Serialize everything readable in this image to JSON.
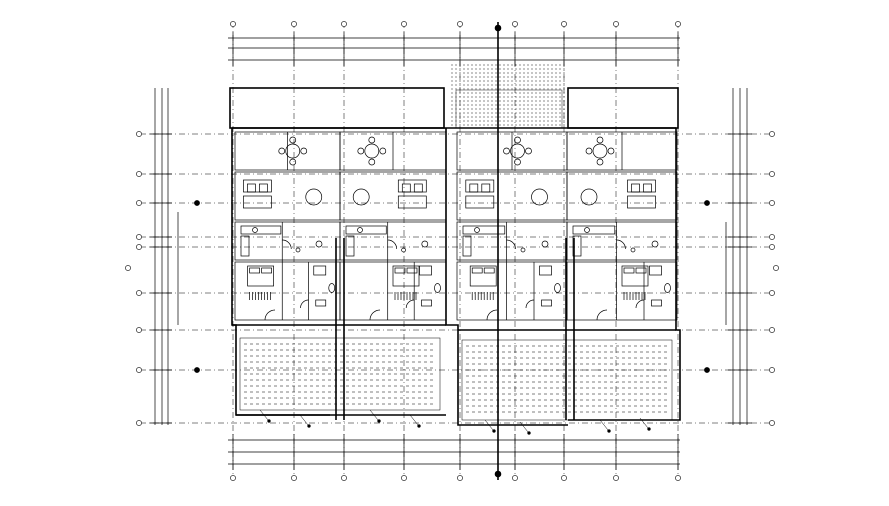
{
  "drawing": {
    "kind": "architectural floor plan (CAD line drawing)",
    "background": "#ffffff",
    "line_color": "#000000",
    "units": 4,
    "text_visible": false,
    "grid_bubbles": true,
    "furniture": [
      "dining-table",
      "sofa",
      "bed",
      "toilet",
      "shower",
      "kitchen-counter",
      "car-parking"
    ]
  }
}
